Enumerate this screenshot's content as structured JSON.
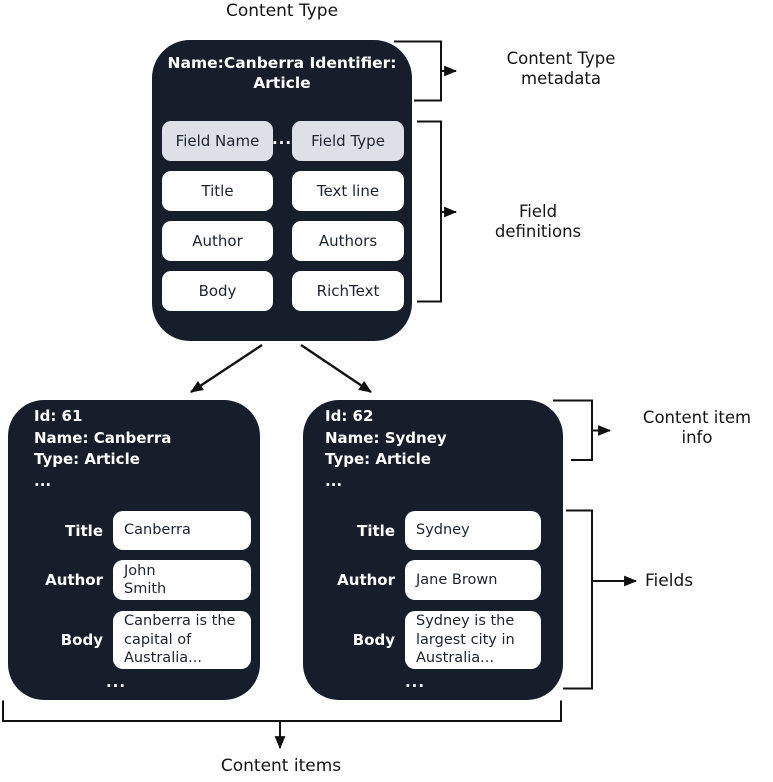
{
  "title": "Content Type",
  "bottom_label": "Content items",
  "annotations": {
    "metadata": "Content Type\nmetadata",
    "field_definitions": "Field\ndefinitions",
    "content_item_info": "Content item\ninfo",
    "fields": "Fields"
  },
  "content_type": {
    "meta": "Name:Canberra\nIdentifier: Article",
    "ellipsis_top": "...",
    "ellipsis_bottom": "...",
    "header": {
      "name": "Field Name",
      "type": "Field Type"
    },
    "fields": [
      {
        "name": "Title",
        "type": "Text line"
      },
      {
        "name": "Author",
        "type": "Authors"
      },
      {
        "name": "Body",
        "type": "RichText"
      }
    ]
  },
  "content_items": [
    {
      "info": "Id: 61\nName: Canberra\nType: Article\n...",
      "fields": [
        {
          "label": "Title",
          "value": "Canberra"
        },
        {
          "label": "Author",
          "value": "John\nSmith"
        },
        {
          "label": "Body",
          "value": "Canberra is the\ncapital of\nAustralia..."
        }
      ],
      "ellipsis": "..."
    },
    {
      "info": "Id: 62\nName: Sydney\nType: Article\n...",
      "fields": [
        {
          "label": "Title",
          "value": "Sydney"
        },
        {
          "label": "Author",
          "value": "Jane Brown"
        },
        {
          "label": "Body",
          "value": "Sydney is the\nlargest city in\nAustralia..."
        }
      ],
      "ellipsis": "..."
    }
  ],
  "colors": {
    "card_dark": "#161e2b",
    "header_gray": "#dee0e8",
    "line_black": "#111111",
    "cell_white": "#ffffff"
  }
}
